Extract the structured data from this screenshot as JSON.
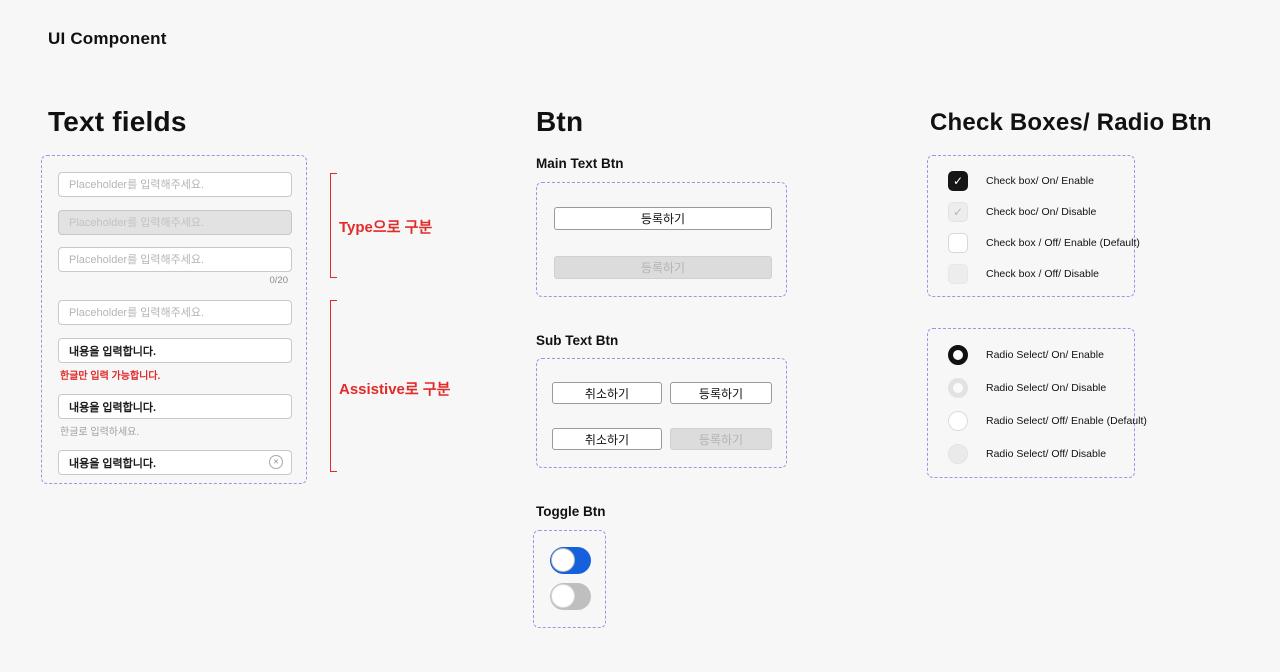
{
  "page": {
    "title": "UI Component"
  },
  "colors": {
    "background": "#f7f7f7",
    "dashed_border": "#9d95e6",
    "annotation_red": "#e12b2b",
    "toggle_on_blue": "#1660dd",
    "toggle_off_gray": "#bfbfbf",
    "checkbox_on_black": "#161616"
  },
  "text_fields": {
    "heading": "Text fields",
    "placeholder": "Placeholder를 입력해주세요.",
    "value_text": "내용을 입력합니다.",
    "counter": "0/20",
    "error_helper": "한글만 입력 가능합니다.",
    "hint_helper": "한글로 입력하세요.",
    "clear_glyph": "✕",
    "annotations": {
      "type_label": "Type으로 구분",
      "assistive_label": "Assistive로 구분"
    }
  },
  "btn": {
    "heading": "Btn",
    "main": {
      "label": "Main Text Btn",
      "enabled_text": "등록하기",
      "disabled_text": "등록하기"
    },
    "sub": {
      "label": "Sub Text Btn",
      "cancel_text": "취소하기",
      "submit_text": "등록하기"
    },
    "toggle": {
      "label": "Toggle Btn"
    }
  },
  "check_radio": {
    "heading": "Check Boxes/ Radio Btn",
    "check_glyph": "✓",
    "checkboxes": [
      {
        "label": "Check box/ On/ Enable",
        "state": "on-enable"
      },
      {
        "label": "Check boc/ On/ Disable",
        "state": "on-disable"
      },
      {
        "label": "Check box / Off/ Enable (Default)",
        "state": "off-enable"
      },
      {
        "label": "Check box / Off/ Disable",
        "state": "off-disable"
      }
    ],
    "radios": [
      {
        "label": "Radio Select/ On/ Enable",
        "state": "on-enable"
      },
      {
        "label": "Radio Select/ On/ Disable",
        "state": "on-disable"
      },
      {
        "label": "Radio Select/ Off/ Enable (Default)",
        "state": "off-enable"
      },
      {
        "label": "Radio Select/ Off/ Disable",
        "state": "off-disable"
      }
    ]
  }
}
